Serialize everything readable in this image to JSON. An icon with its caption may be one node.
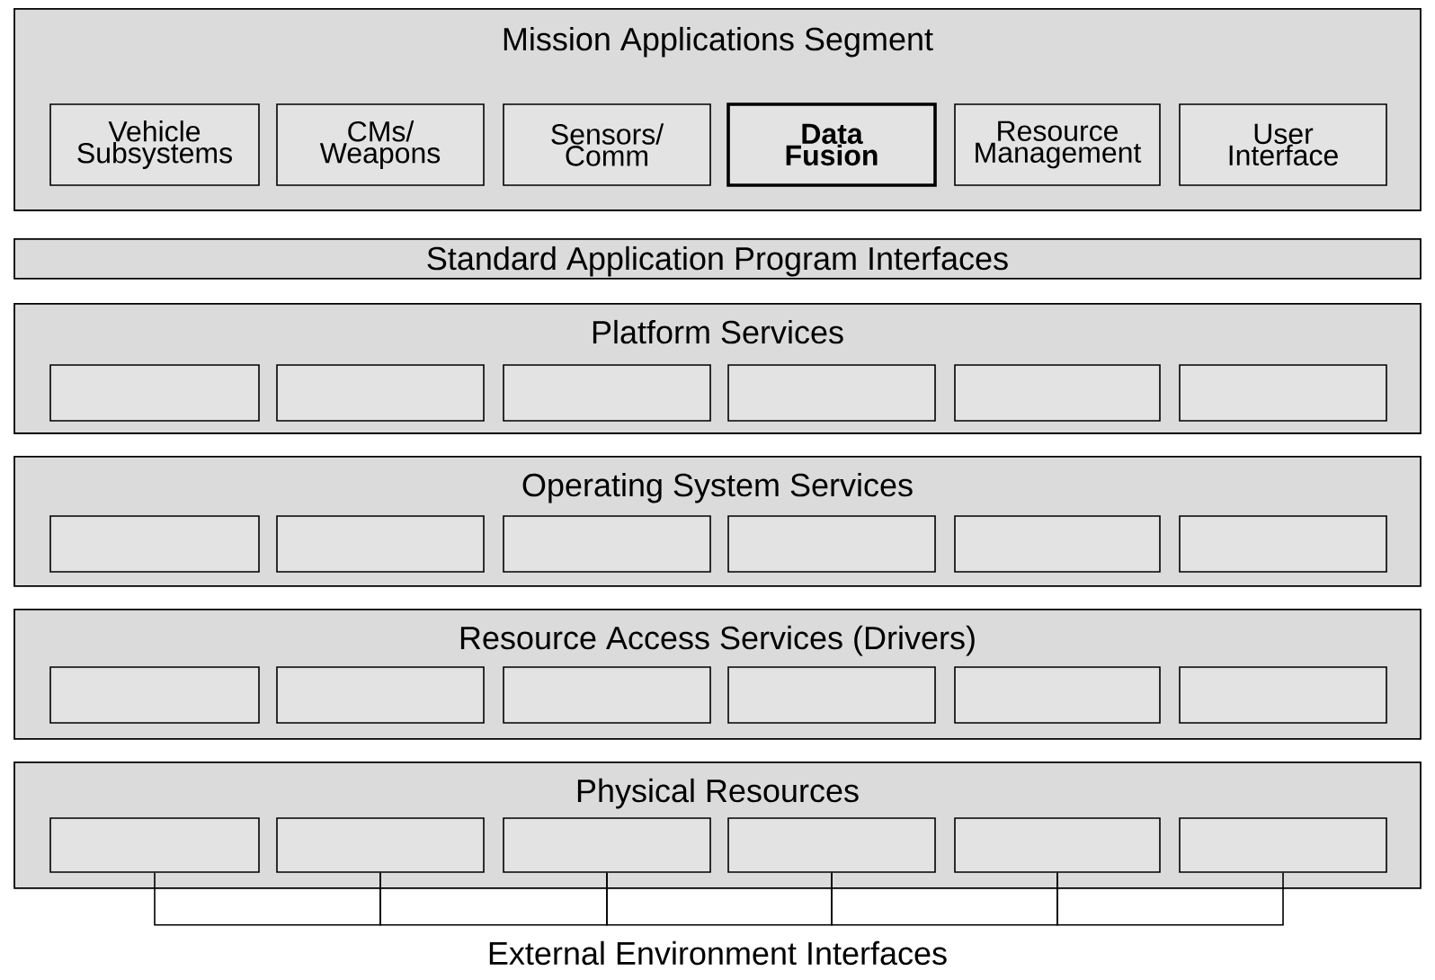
{
  "diagram": {
    "nodes": [
      {
        "text": [
          "Mission Applications Segment"
        ]
      },
      {
        "text": [
          "Vehicle Subsystems"
        ],
        "in": 0
      },
      {
        "text": [
          "CMs/ Weapons"
        ],
        "in": 0
      },
      {
        "text": [
          "Sensors/ Comm"
        ],
        "in": 0
      },
      {
        "text": [
          "Data Fusion"
        ],
        "in": 0
      },
      {
        "text": [
          "Resource Management"
        ],
        "in": 0
      },
      {
        "text": [
          "User Interface"
        ],
        "in": 0
      },
      {
        "text": [
          "Standard Application Program Interfaces"
        ]
      },
      {
        "text": [
          "Platform Services"
        ]
      },
      {
        "text": [],
        "shape": "box",
        "in": 8
      },
      {
        "text": [],
        "shape": "box",
        "in": 8
      },
      {
        "text": [],
        "shape": "box",
        "in": 8
      },
      {
        "text": [],
        "shape": "box",
        "in": 8
      },
      {
        "text": [],
        "shape": "box",
        "in": 8
      },
      {
        "text": [],
        "shape": "box",
        "in": 8
      },
      {
        "text": [
          "Operating System Services"
        ]
      },
      {
        "text": [],
        "shape": "box",
        "in": 15
      },
      {
        "text": [],
        "shape": "box",
        "in": 15
      },
      {
        "text": [],
        "shape": "box",
        "in": 15
      },
      {
        "text": [],
        "shape": "box",
        "in": 15
      },
      {
        "text": [],
        "shape": "box",
        "in": 15
      },
      {
        "text": [],
        "shape": "box",
        "in": 15
      },
      {
        "text": [
          "Resource Access Services (Drivers)"
        ]
      },
      {
        "text": [],
        "shape": "box",
        "in": 22
      },
      {
        "text": [],
        "shape": "box",
        "in": 22
      },
      {
        "text": [],
        "shape": "box",
        "in": 22
      },
      {
        "text": [],
        "shape": "box",
        "in": 22
      },
      {
        "text": [],
        "shape": "box",
        "in": 22
      },
      {
        "text": [],
        "shape": "box",
        "in": 22
      },
      {
        "text": [
          "Physical Resources"
        ]
      },
      {
        "text": [],
        "shape": "box",
        "in": 29
      },
      {
        "text": [],
        "shape": "box",
        "in": 29
      },
      {
        "text": [],
        "shape": "box",
        "in": 29
      },
      {
        "text": [],
        "shape": "box",
        "in": 29
      },
      {
        "text": [],
        "shape": "box",
        "in": 29
      },
      {
        "text": [],
        "shape": "box",
        "in": 29
      }
    ],
    "edges": [
      {
        "from": 30,
        "to": 31,
        "arrow": "none"
      },
      {
        "from": 31,
        "to": 32,
        "arrow": "none"
      },
      {
        "from": 32,
        "to": 33,
        "arrow": "none"
      },
      {
        "from": 33,
        "to": 34,
        "arrow": "none"
      },
      {
        "from": 34,
        "to": 35,
        "arrow": "none"
      }
    ],
    "labels": [
      "External Environment Interfaces"
    ]
  }
}
